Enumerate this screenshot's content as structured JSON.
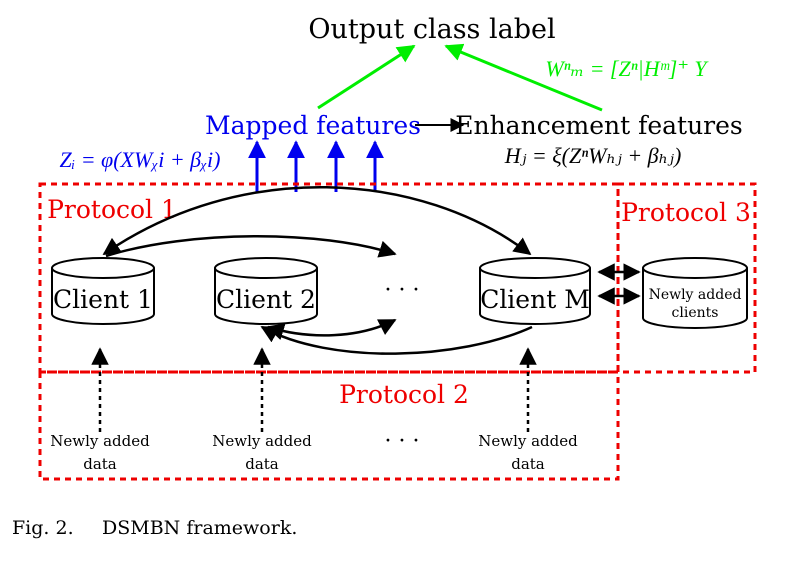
{
  "title": "Output class label",
  "formula_weights": "Wⁿₘ = [Zⁿ|Hᵐ]⁺ Y",
  "mapped_features": "Mapped features",
  "enhancement_features": "Enhancement features",
  "formula_z": "Zᵢ = φ(XWᵪi + βᵪi)",
  "formula_h": "Hⱼ = ξ(ZⁿWₕⱼ + βₕⱼ)",
  "protocol1": "Protocol 1",
  "protocol2": "Protocol 2",
  "protocol3": "Protocol 3",
  "clients": [
    "Client 1",
    "Client 2",
    "Client M"
  ],
  "ellipsis": "· · ·",
  "new_clients": [
    "Newly added",
    "clients"
  ],
  "new_data": [
    "Newly added",
    "data"
  ],
  "caption_label": "Fig. 2.",
  "caption_text": "DSMBN framework.",
  "colors": {
    "green": "#00ee00",
    "blue": "#0000ee",
    "red": "#ee0000",
    "black": "#000000"
  }
}
